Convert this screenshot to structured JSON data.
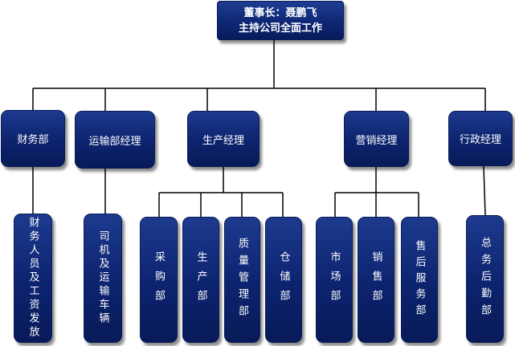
{
  "chairman": {
    "line1": "董事长：聂鹏飞",
    "line2": "主持公司全面工作"
  },
  "managers": {
    "finance": "财务部",
    "transport": "运输部经理",
    "production": "生产经理",
    "sales": "营销经理",
    "admin": "行政经理"
  },
  "departments": {
    "finance_staff": "财务人员及工资发放",
    "drivers": "司机及运输车辆",
    "purchasing": "采购部",
    "production": "生产部",
    "quality": "质量管理部",
    "warehouse": "仓储部",
    "market": "市场部",
    "selling": "销售部",
    "after_sales": "售后服务部",
    "logistics": "总务后勤部"
  },
  "colors": {
    "box_fill": "#0c236e",
    "connector": "#000000"
  }
}
